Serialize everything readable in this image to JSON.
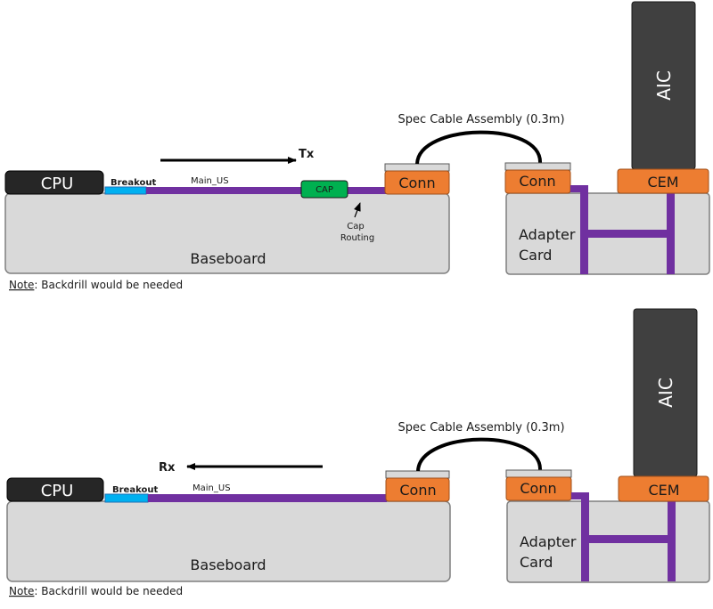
{
  "top": {
    "cpu": "CPU",
    "breakout": "Breakout",
    "main_us": "Main_US",
    "cap": "CAP",
    "direction": "Tx",
    "conn_left": "Conn",
    "cable": "Spec Cable Assembly (0.3m)",
    "cap_routing_1": "Cap",
    "cap_routing_2": "Routing",
    "baseboard": "Baseboard",
    "note_label": "Note",
    "note_text": ": Backdrill would be needed",
    "conn_right": "Conn",
    "adapter_1": "Adapter",
    "adapter_2": "Card",
    "cem": "CEM",
    "aic": "AIC"
  },
  "bottom": {
    "cpu": "CPU",
    "breakout": "Breakout",
    "main_us": "Main_US",
    "direction": "Rx",
    "conn_left": "Conn",
    "cable": "Spec Cable Assembly (0.3m)",
    "baseboard": "Baseboard",
    "note_label": "Note",
    "note_text": ": Backdrill would be needed",
    "conn_right": "Conn",
    "adapter_1": "Adapter",
    "adapter_2": "Card",
    "cem": "CEM",
    "aic": "AIC"
  },
  "colors": {
    "board": "#d9d9d9",
    "cpu": "#262626",
    "trace": "#7030a0",
    "breakout": "#00b0f0",
    "cap": "#00b050",
    "connector": "#ed7d31",
    "cable": "#000000"
  }
}
